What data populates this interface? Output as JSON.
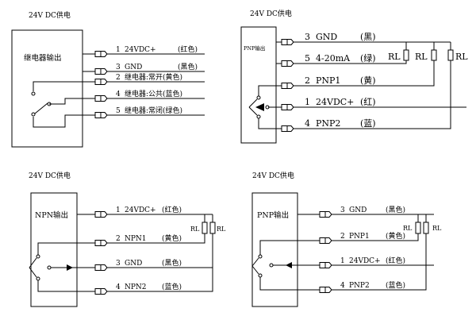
{
  "panels": {
    "relay": {
      "title": "24V DC供电",
      "box_label": "继电器输出",
      "wires": [
        {
          "num": "1",
          "signal": "24VDC+",
          "color": "(红色)"
        },
        {
          "num": "3",
          "signal": "GND",
          "color": "(黑色)"
        },
        {
          "num": "2",
          "signal": "继电器:常开(黄色)",
          "color": ""
        },
        {
          "num": "4",
          "signal": "继电器:公共(蓝色)",
          "color": ""
        },
        {
          "num": "5",
          "signal": "继电器:常闭(绿色)",
          "color": ""
        }
      ]
    },
    "pnp_analog": {
      "title": "24V DC供电",
      "box_label": "PNP输出",
      "wires": [
        {
          "num": "3",
          "signal": "GND",
          "color": "(黑)"
        },
        {
          "num": "5",
          "signal": "4-20mA",
          "color": "(绿)"
        },
        {
          "num": "2",
          "signal": "PNP1",
          "color": "(黄)"
        },
        {
          "num": "1",
          "signal": "24VDC+",
          "color": "(红)"
        },
        {
          "num": "4",
          "signal": "PNP2",
          "color": "(蓝)"
        }
      ],
      "loads": [
        "RL",
        "RL",
        "RL"
      ]
    },
    "npn": {
      "title": "24V DC供电",
      "box_label": "NPN输出",
      "wires": [
        {
          "num": "1",
          "signal": "24VDC+",
          "color": "(红色)"
        },
        {
          "num": "2",
          "signal": "NPN1",
          "color": "(黄色)"
        },
        {
          "num": "3",
          "signal": "GND",
          "color": "(黑色)"
        },
        {
          "num": "4",
          "signal": "NPN2",
          "color": "(蓝色)"
        }
      ],
      "loads": [
        "RL",
        "RL"
      ]
    },
    "pnp": {
      "title": "24V DC供电",
      "box_label": "PNP输出",
      "wires": [
        {
          "num": "3",
          "signal": "GND",
          "color": "(黑色)"
        },
        {
          "num": "2",
          "signal": "PNP1",
          "color": "(黄色)"
        },
        {
          "num": "1",
          "signal": "24VDC+",
          "color": "(红色)"
        },
        {
          "num": "4",
          "signal": "PNP2",
          "color": "(蓝色)"
        }
      ],
      "loads": [
        "RL",
        "RL"
      ]
    }
  }
}
